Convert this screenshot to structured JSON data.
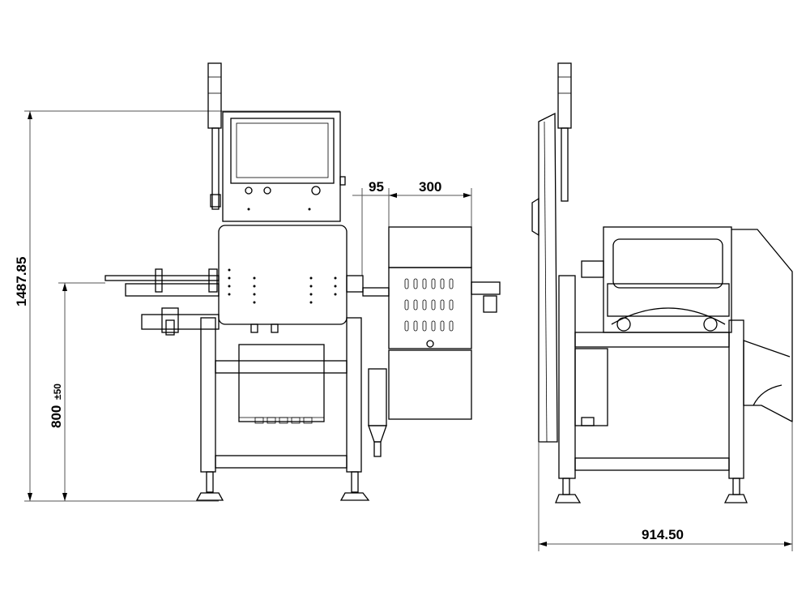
{
  "drawing": {
    "front_view": {
      "dimensions": {
        "total_height": "1487.85",
        "conveyor_height": "800",
        "conveyor_tolerance": "±50",
        "offset": "95",
        "reject_width": "300"
      }
    },
    "side_view": {
      "dimensions": {
        "total_depth": "914.50"
      }
    }
  }
}
